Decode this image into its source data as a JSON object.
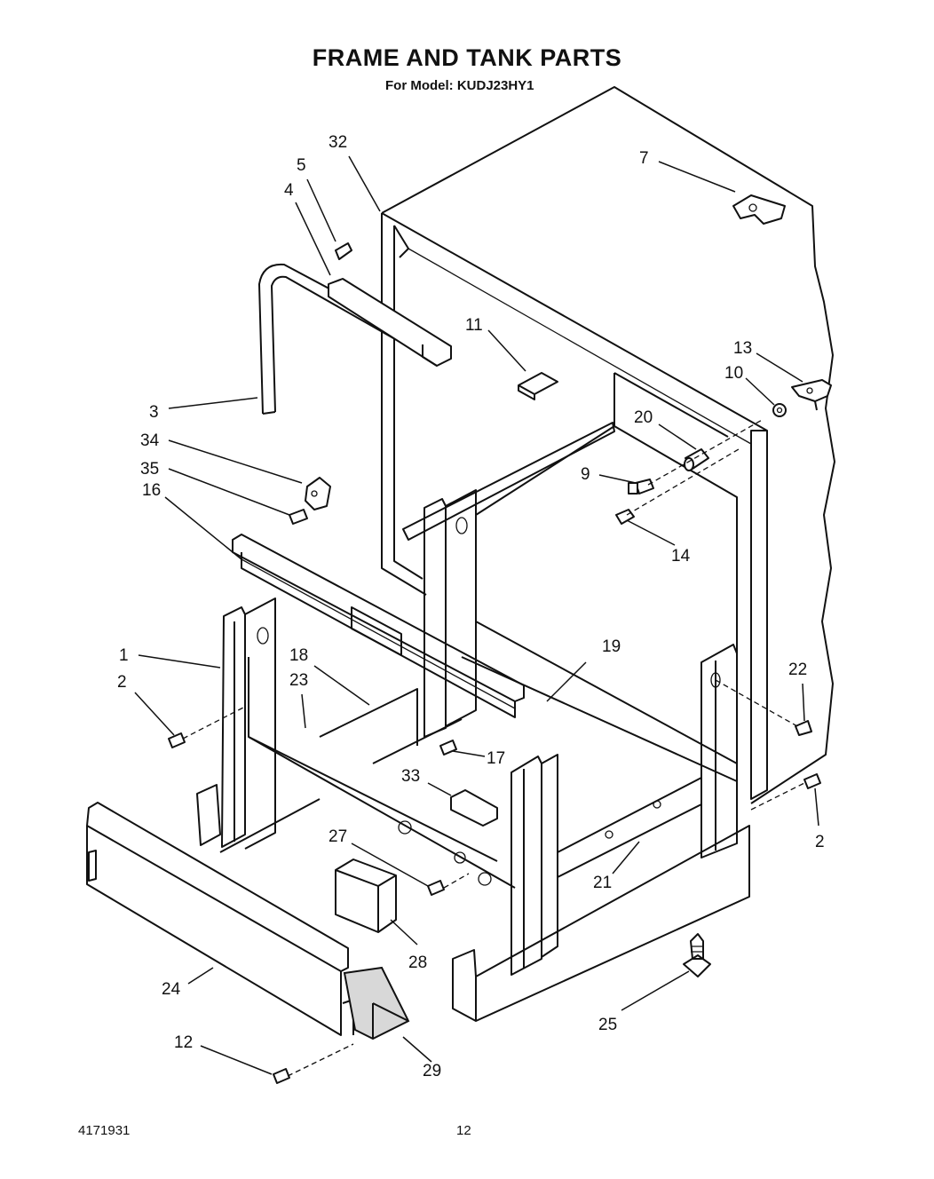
{
  "header": {
    "title": "FRAME AND TANK PARTS",
    "subtitle": "For Model: KUDJ23HY1"
  },
  "footer": {
    "doc_number": "4171931",
    "page_number": "12"
  },
  "callouts": [
    {
      "id": "c32",
      "label": "32"
    },
    {
      "id": "c5",
      "label": "5"
    },
    {
      "id": "c4",
      "label": "4"
    },
    {
      "id": "c7",
      "label": "7"
    },
    {
      "id": "c11",
      "label": "11"
    },
    {
      "id": "c13",
      "label": "13"
    },
    {
      "id": "c10",
      "label": "10"
    },
    {
      "id": "c3",
      "label": "3"
    },
    {
      "id": "c20",
      "label": "20"
    },
    {
      "id": "c34",
      "label": "34"
    },
    {
      "id": "c35",
      "label": "35"
    },
    {
      "id": "c9",
      "label": "9"
    },
    {
      "id": "c16",
      "label": "16"
    },
    {
      "id": "c14",
      "label": "14"
    },
    {
      "id": "c1",
      "label": "1"
    },
    {
      "id": "c18",
      "label": "18"
    },
    {
      "id": "c19",
      "label": "19"
    },
    {
      "id": "c22",
      "label": "22"
    },
    {
      "id": "c2a",
      "label": "2"
    },
    {
      "id": "c23",
      "label": "23"
    },
    {
      "id": "c17",
      "label": "17"
    },
    {
      "id": "c33",
      "label": "33"
    },
    {
      "id": "c2b",
      "label": "2"
    },
    {
      "id": "c27",
      "label": "27"
    },
    {
      "id": "c21",
      "label": "21"
    },
    {
      "id": "c28",
      "label": "28"
    },
    {
      "id": "c24",
      "label": "24"
    },
    {
      "id": "c25",
      "label": "25"
    },
    {
      "id": "c12",
      "label": "12"
    },
    {
      "id": "c29",
      "label": "29"
    }
  ]
}
